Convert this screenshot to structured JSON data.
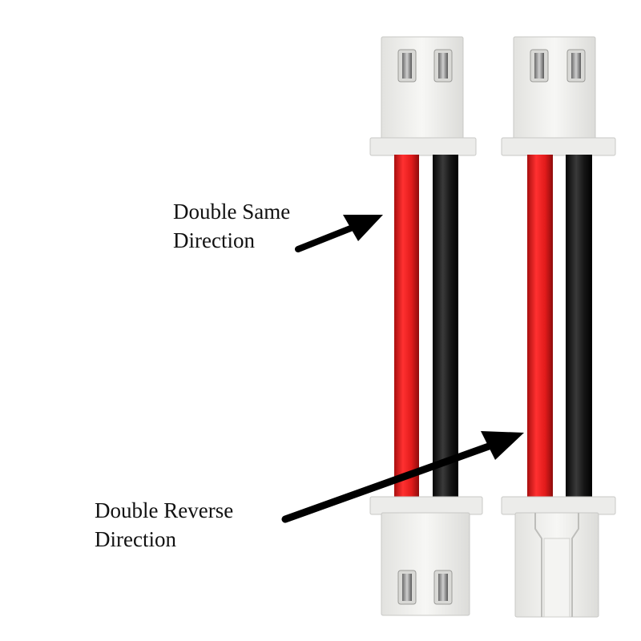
{
  "labels": {
    "same_line1": "Double Same",
    "same_line2": "Direction",
    "reverse_line1": "Double Reverse",
    "reverse_line2": "Direction"
  },
  "colors": {
    "background": "#ffffff",
    "connector_housing": "#f1f1ef",
    "red_wire": "#e11b1b",
    "black_wire": "#151515",
    "arrow": "#000000",
    "text": "#111111"
  },
  "icons": {
    "arrow_same": "arrow-up-right-icon",
    "arrow_reverse": "arrow-up-right-icon"
  }
}
